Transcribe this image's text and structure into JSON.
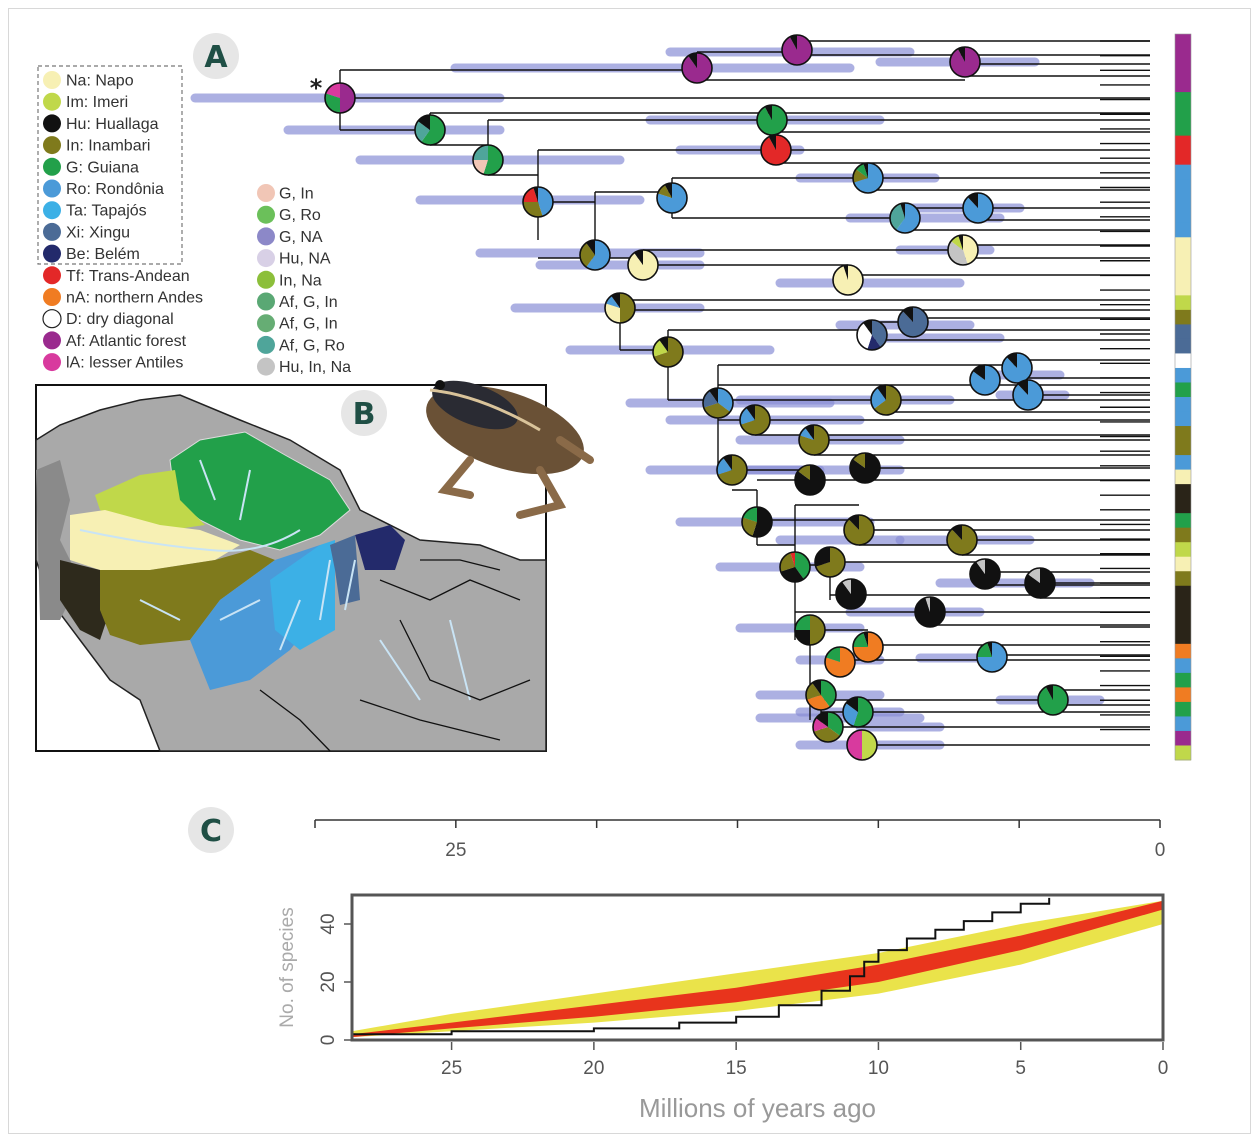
{
  "figure": {
    "panel_a_label": "A",
    "panel_b_label": "B",
    "panel_c_label": "C",
    "root_marker": "*",
    "regions_legend": [
      {
        "text": "Na: Napo",
        "color": "#f7f0b4"
      },
      {
        "text": "Im: Imeri",
        "color": "#c0d84a"
      },
      {
        "text": "Hu: Huallaga",
        "color": "#111111"
      },
      {
        "text": "In: Inambari",
        "color": "#7f7a1c"
      },
      {
        "text": "G: Guiana",
        "color": "#22a04a"
      },
      {
        "text": "Ro: Rondônia",
        "color": "#4b9ad8"
      },
      {
        "text": "Ta: Tapajós",
        "color": "#3cb0e6"
      },
      {
        "text": "Xi: Xingu",
        "color": "#4b6b96"
      },
      {
        "text": "Be: Belém",
        "color": "#232a6b"
      },
      {
        "text": "Tf: Trans-Andean",
        "color": "#e32828"
      },
      {
        "text": "nA: northern Andes",
        "color": "#f07c22"
      },
      {
        "text": "D: dry diagonal",
        "color": "#ffffff"
      },
      {
        "text": "Af: Atlantic forest",
        "color": "#9a2a8e"
      },
      {
        "text": "lA: lesser Antiles",
        "color": "#d83a9e"
      }
    ],
    "combo_legend": [
      {
        "text": "G, In",
        "color": "#f1c6b6"
      },
      {
        "text": "G, Ro",
        "color": "#6bc05a"
      },
      {
        "text": "G, NA",
        "color": "#8c88c8"
      },
      {
        "text": "Hu, NA",
        "color": "#d8d0e6"
      },
      {
        "text": "In, Na",
        "color": "#8cbf3a"
      },
      {
        "text": "Af, G, In",
        "color": "#5aa874"
      },
      {
        "text": "Af, G, In",
        "color": "#66ad74"
      },
      {
        "text": "Af, G, Ro",
        "color": "#4fa59a"
      },
      {
        "text": "Hu, In, Na",
        "color": "#c4c4c4"
      }
    ]
  },
  "chart_data": [
    {
      "type": "timeline-axis",
      "title": "",
      "range": [
        0,
        30
      ],
      "ticks": [
        25,
        0
      ],
      "reversed": true
    },
    {
      "type": "area",
      "title": "",
      "xlabel": "Millions of years ago",
      "ylabel": "No. of species",
      "xlim": [
        28.5,
        0
      ],
      "ylim": [
        0,
        50
      ],
      "x_ticks": [
        25,
        20,
        15,
        10,
        5,
        0
      ],
      "y_ticks": [
        0,
        20,
        40
      ],
      "series": [
        {
          "name": "",
          "style": "black line",
          "x": [
            28.5,
            25,
            20,
            17,
            15,
            13.5,
            12,
            11,
            10.5,
            10,
            9,
            8,
            7,
            6,
            5,
            4
          ],
          "y": [
            2,
            3,
            4,
            6,
            8,
            12,
            17,
            22,
            27,
            31,
            35,
            38,
            41,
            44,
            47,
            49
          ]
        },
        {
          "name": "",
          "style": "yellow band upper",
          "x": [
            28.5,
            25,
            20,
            15,
            10,
            5,
            0
          ],
          "y": [
            3,
            9,
            16,
            23,
            30,
            40,
            48
          ]
        },
        {
          "name": "",
          "style": "yellow band lower",
          "x": [
            28.5,
            25,
            20,
            15,
            10,
            5,
            0
          ],
          "y": [
            1,
            3,
            6,
            10,
            16,
            26,
            40
          ]
        },
        {
          "name": "",
          "style": "red band upper",
          "x": [
            28.5,
            25,
            20,
            15,
            10,
            5,
            0
          ],
          "y": [
            2,
            6,
            12,
            18,
            26,
            36,
            48
          ]
        },
        {
          "name": "",
          "style": "red band lower",
          "x": [
            28.5,
            25,
            20,
            15,
            10,
            5,
            0
          ],
          "y": [
            1,
            4,
            8,
            13,
            20,
            31,
            45
          ]
        }
      ]
    }
  ]
}
